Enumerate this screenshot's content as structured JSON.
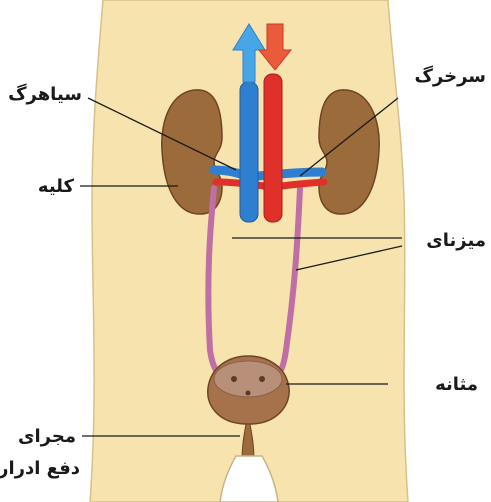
{
  "labels": {
    "vein": "سیاهرگ",
    "artery": "سرخرگ",
    "kidney": "کلیه",
    "ureter": "میزنای",
    "bladder": "مثانه",
    "urethra_line1": "مجرای",
    "urethra_line2": "دفع ادرار"
  },
  "colors": {
    "body_skin": "#f7e3ae",
    "body_outline": "#d9c089",
    "kidney": "#9c6b3b",
    "kidney_outline": "#6e4523",
    "vein": "#2f7fd0",
    "artery": "#e0302a",
    "ureter": "#c06fa5",
    "bladder": "#a5724c",
    "arrow_blue": "#47a7e6",
    "arrow_red": "#ec5a3c"
  }
}
